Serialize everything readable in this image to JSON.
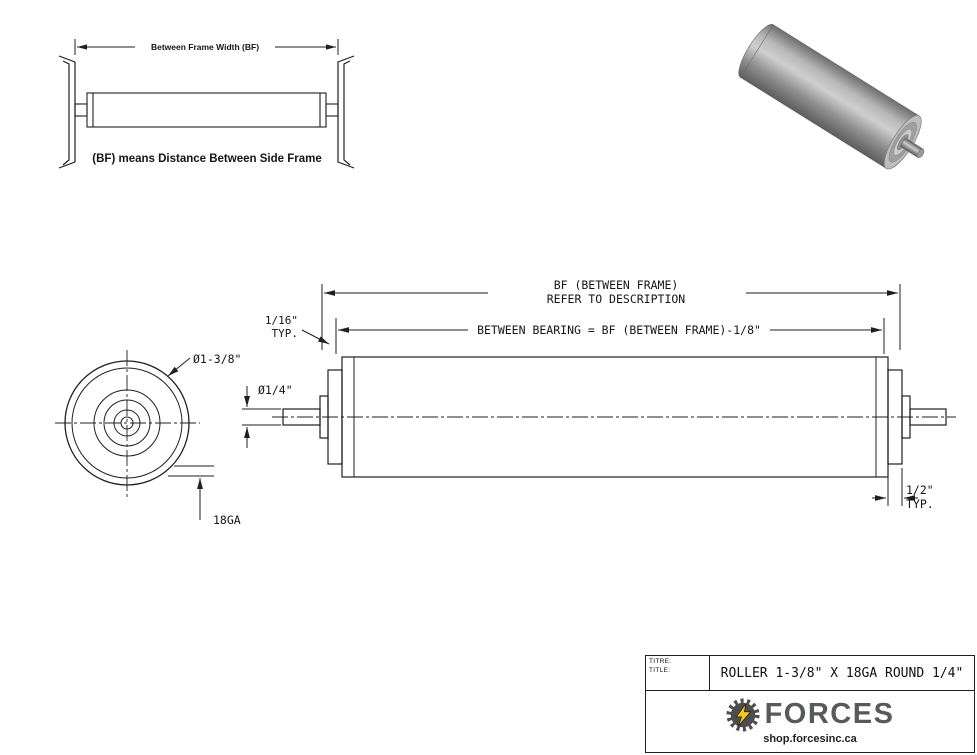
{
  "colors": {
    "line": "#1f1f1f",
    "brand_gray": "#58595b",
    "bolt_yellow": "#f7c917",
    "roller_gray": "#9a9a9a"
  },
  "inset": {
    "dim_label": "Between Frame Width (BF)",
    "caption": "(BF) means Distance Between Side Frame"
  },
  "end_view": {
    "diameter_label": "Ø1-3/8\"",
    "gauge_label": "18GA"
  },
  "side_view": {
    "bf_label_line1": "BF (BETWEEN FRAME)",
    "bf_label_line2": "REFER TO DESCRIPTION",
    "between_bearing_label": "BETWEEN BEARING = BF (BETWEEN FRAME)-1/8\"",
    "left_typ_line1": "1/16\"",
    "left_typ_line2": "TYP.",
    "axle_diameter_label": "Ø1/4\"",
    "right_typ_line1": "1/2\"",
    "right_typ_line2": "TYP."
  },
  "title_block": {
    "label_titre": "TITRE:",
    "label_title": "TITLE:",
    "drawing_title": "ROLLER 1-3/8\" X 18GA ROUND 1/4\"",
    "brand": "FORCES",
    "website": "shop.forcesinc.ca"
  }
}
